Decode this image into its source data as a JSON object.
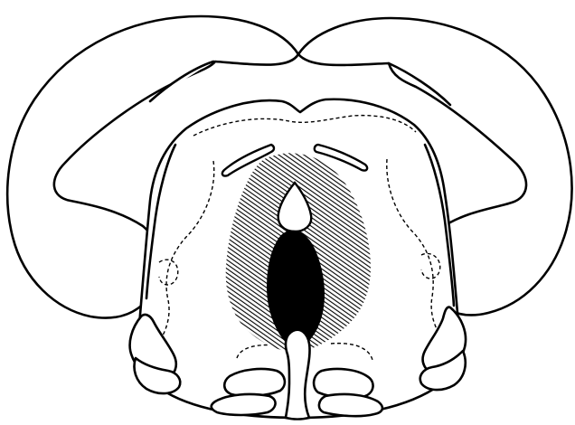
{
  "figure": {
    "kind": "brain-section-diagram",
    "colors": {
      "stroke": "#000000",
      "fill": "#ffffff",
      "lesion_core": "#000000"
    },
    "icons": {
      "lesion_core": "solid-black-fill",
      "lesion_area": "diagonal-hatch-fill"
    }
  }
}
